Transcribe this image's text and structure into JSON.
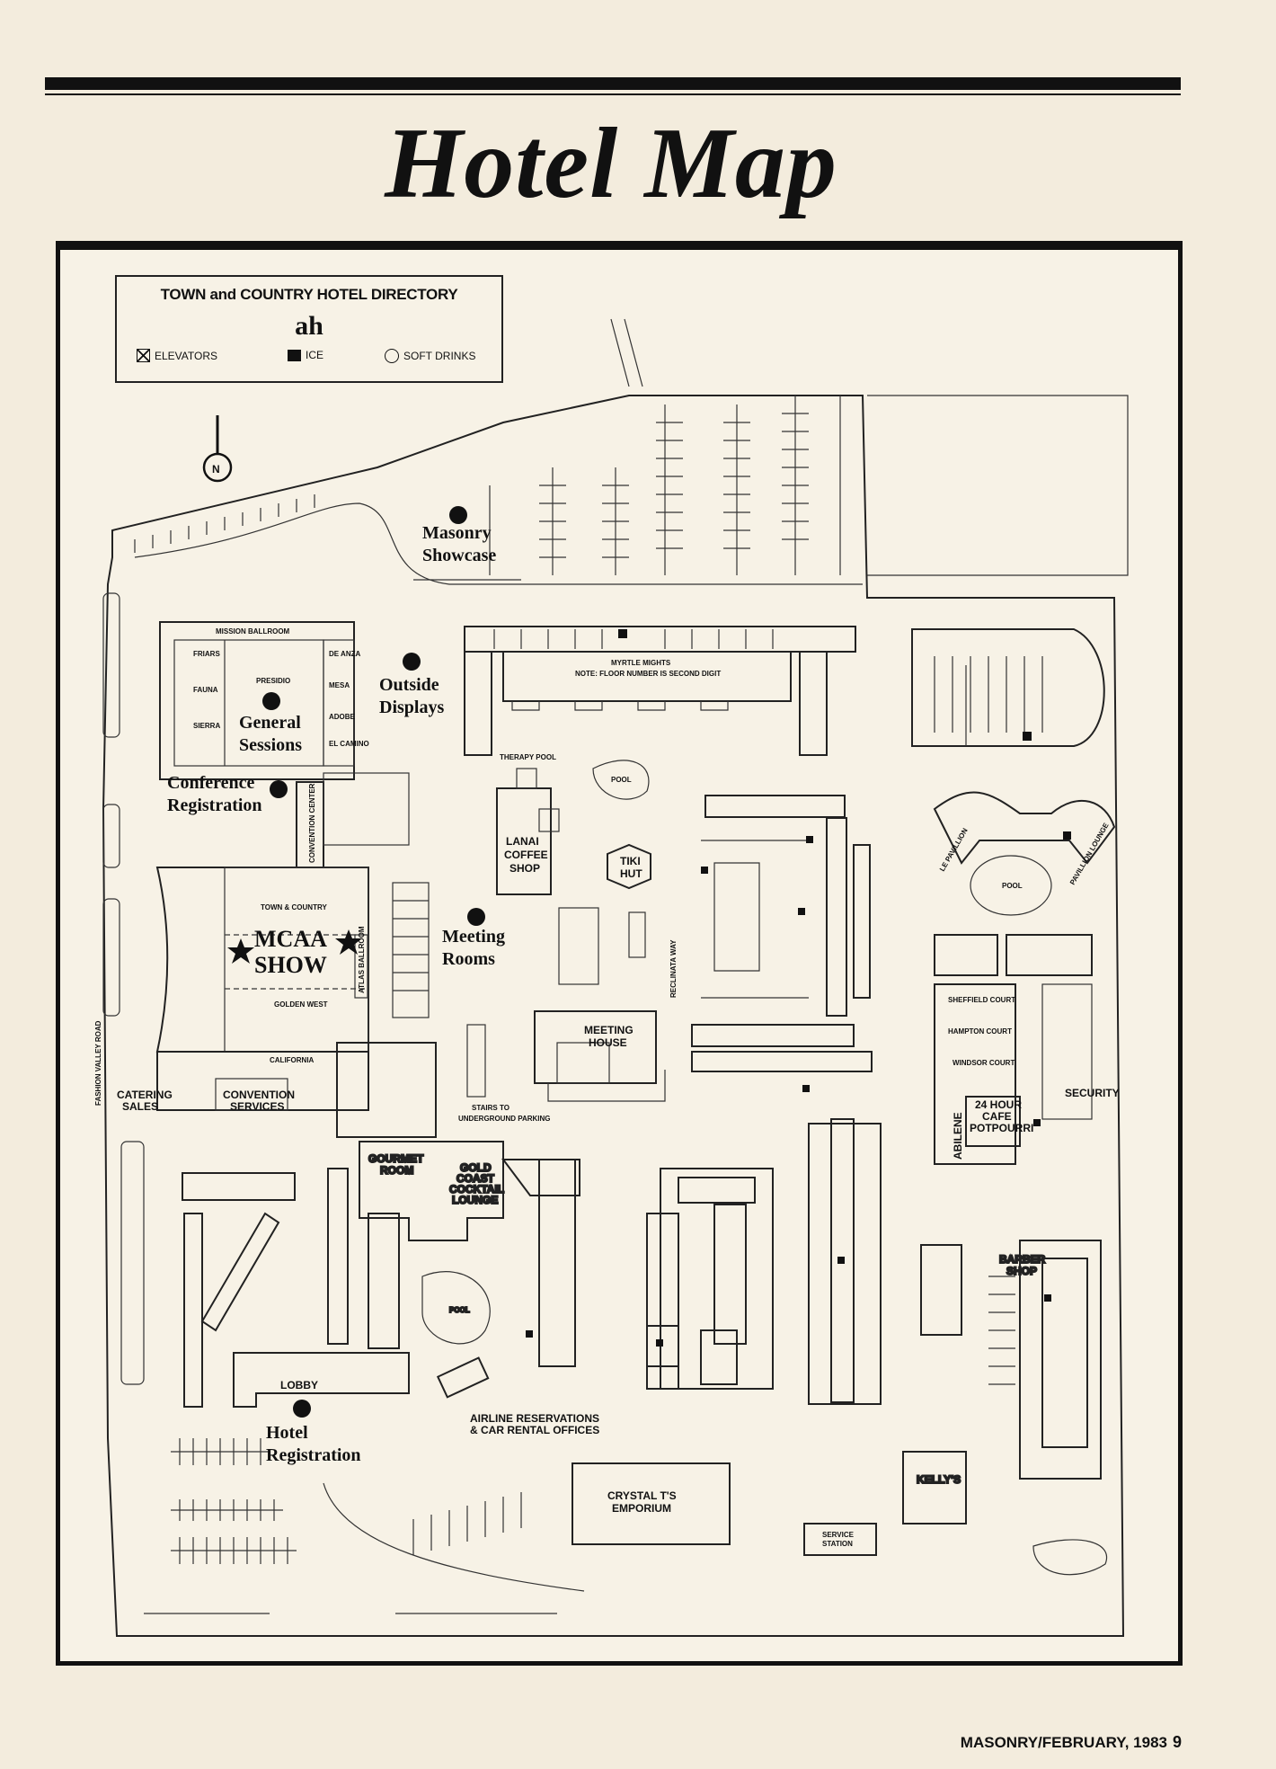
{
  "page": {
    "title": "Hotel Map",
    "footer_text": "MASONRY/FEBRUARY, 1983",
    "page_number": "9"
  },
  "legend": {
    "title": "TOWN and COUNTRY HOTEL DIRECTORY",
    "brand_mark": "ah",
    "items": [
      {
        "symbol": "elevator-icon",
        "label": "ELEVATORS"
      },
      {
        "symbol": "ice-icon",
        "label": "ICE"
      },
      {
        "symbol": "soft-drinks-icon",
        "label": "SOFT DRINKS"
      }
    ]
  },
  "compass": {
    "letter": "N"
  },
  "highlights": [
    {
      "line1": "Masonry",
      "line2": "Showcase"
    },
    {
      "line1": "Outside",
      "line2": "Displays"
    },
    {
      "line1": "General",
      "line2": "Sessions"
    },
    {
      "line1": "Conference",
      "line2": "Registration"
    },
    {
      "line1": "MCAA",
      "line2": "SHOW"
    },
    {
      "line1": "Meeting",
      "line2": "Rooms"
    },
    {
      "line1": "Hotel",
      "line2": "Registration"
    }
  ],
  "labels": {
    "mission_ballroom": "MISSION BALLROOM",
    "convention_center": "CONVENTION CENTER",
    "lanai_coffee_shop": [
      "LANAI",
      "COFFEE",
      "SHOP"
    ],
    "tiki_hut": [
      "TIKI",
      "HUT"
    ],
    "meeting_house": [
      "MEETING",
      "HOUSE"
    ],
    "reclinata_way": "RECLINATA WAY",
    "catering_sales": [
      "CATERING",
      "SALES"
    ],
    "convention_services": [
      "CONVENTION",
      "SERVICES"
    ],
    "fashion_valley_road": "FASHION VALLEY ROAD",
    "atlas_ballroom": "ATLAS BALLROOM",
    "gourmet_room": [
      "GOURMET",
      "ROOM"
    ],
    "gold_coast": [
      "GOLD",
      "COAST",
      "COCKTAIL",
      "LOUNGE"
    ],
    "lobby": "LOBBY",
    "airline": [
      "AIRLINE RESERVATIONS",
      "& CAR RENTAL OFFICES"
    ],
    "crystal": [
      "CRYSTAL T'S",
      "EMPORIUM"
    ],
    "kellys": "KELLY'S",
    "service_station": [
      "SERVICE",
      "STATION"
    ],
    "barber_shop": [
      "BARBER",
      "SHOP"
    ],
    "security": "SECURITY",
    "cafe": [
      "24 HOUR",
      "CAFE",
      "POTPOURRI"
    ],
    "abilene": "ABILENE",
    "le_pavillion": "LE PAVILLION",
    "pavillion_lounge": "PAVILLION LOUNGE",
    "stairs": [
      "STAIRS",
      "TO",
      "UNDERGROUND",
      "PARKING"
    ],
    "pool": "POOL"
  }
}
